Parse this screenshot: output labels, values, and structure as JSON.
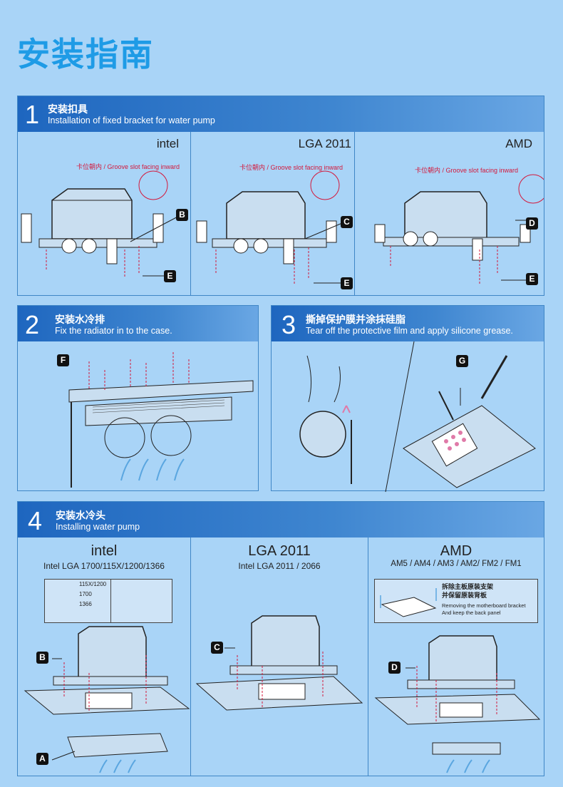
{
  "page_title": "安装指南",
  "step1": {
    "number": "1",
    "title_zh": "安装扣具",
    "title_en": "Installation of fixed bracket for water pump",
    "panels": [
      {
        "name": "intel",
        "groove": "卡位朝内 / Groove slot facing inward",
        "badge_top": "B",
        "badge_bottom": "E"
      },
      {
        "name": "LGA 2011",
        "groove": "卡位朝内 / Groove slot facing inward",
        "badge_top": "C",
        "badge_bottom": "E"
      },
      {
        "name": "AMD",
        "groove": "卡位朝内 / Groove slot facing inward",
        "badge_top": "D",
        "badge_bottom": "E"
      }
    ]
  },
  "step2": {
    "number": "2",
    "title_zh": "安装水冷排",
    "title_en": "Fix the radiator in to the case.",
    "badge": "F"
  },
  "step3": {
    "number": "3",
    "title_zh": "撕掉保护膜并涂抹硅脂",
    "title_en": "Tear off the protective film and apply silicone grease.",
    "badge": "G"
  },
  "step4": {
    "number": "4",
    "title_zh": "安装水冷头",
    "title_en": "Installing water pump",
    "panels": [
      {
        "name": "intel",
        "sub": "Intel LGA 1700/115X/1200/1366",
        "sockets": [
          "115X/1200",
          "1700",
          "1366"
        ],
        "badge_top": "B",
        "badge_bottom": "A"
      },
      {
        "name": "LGA 2011",
        "sub": "Intel LGA 2011 / 2066",
        "badge_top": "C"
      },
      {
        "name": "AMD",
        "sub": "AM5 / AM4 / AM3 / AM2/ FM2 / FM1",
        "note_zh_1": "拆除主板原装支架",
        "note_zh_2": "并保留原装背板",
        "note_en_1": "Removing the motherboard bracket",
        "note_en_2": "And keep the back panel",
        "badge_top": "D"
      }
    ]
  }
}
